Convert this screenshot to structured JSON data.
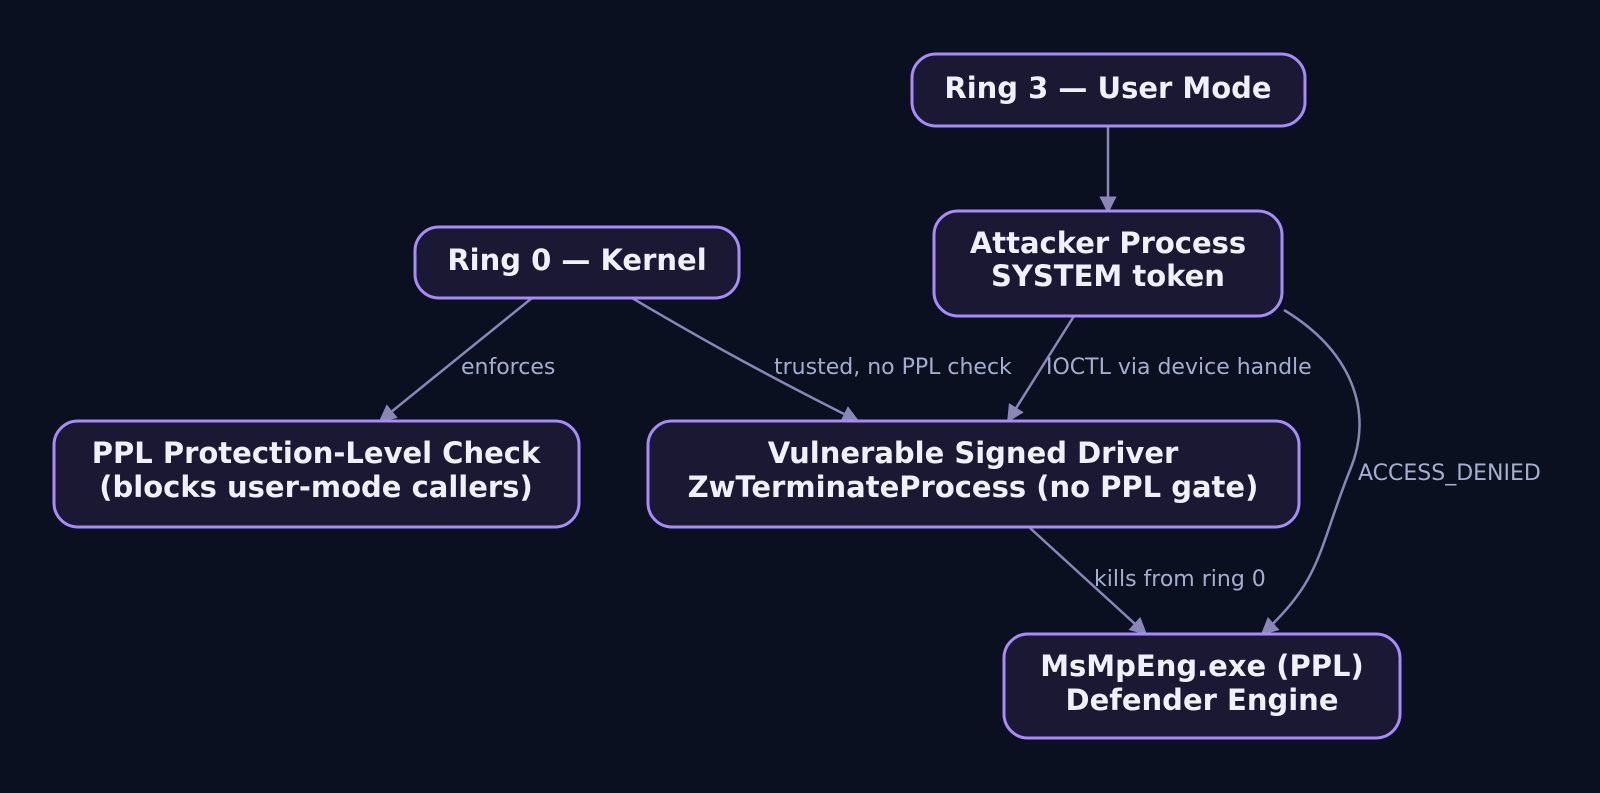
{
  "nodes": {
    "ring3": {
      "lines": [
        "Ring 3 — User Mode"
      ]
    },
    "attacker": {
      "lines": [
        "Attacker Process",
        "SYSTEM token"
      ]
    },
    "ring0": {
      "lines": [
        "Ring 0 — Kernel"
      ]
    },
    "ppl_check": {
      "lines": [
        "PPL Protection-Level Check",
        "(blocks user-mode callers)"
      ]
    },
    "driver": {
      "lines": [
        "Vulnerable Signed Driver",
        "ZwTerminateProcess (no PPL gate)"
      ]
    },
    "msmpeng": {
      "lines": [
        "MsMpEng.exe (PPL)",
        "Defender Engine"
      ]
    }
  },
  "edges": {
    "ring3_to_attacker": {
      "from": "ring3",
      "to": "attacker",
      "label": ""
    },
    "ring0_to_ppl": {
      "from": "ring0",
      "to": "ppl_check",
      "label": "enforces"
    },
    "ring0_to_driver": {
      "from": "ring0",
      "to": "driver",
      "label": "trusted, no PPL check"
    },
    "attacker_to_driver": {
      "from": "attacker",
      "to": "driver",
      "label": "IOCTL via device handle"
    },
    "attacker_to_msmpeng": {
      "from": "attacker",
      "to": "msmpeng",
      "label": "ACCESS_DENIED"
    },
    "driver_to_msmpeng": {
      "from": "driver",
      "to": "msmpeng",
      "label": "kills from ring 0"
    }
  },
  "colors": {
    "background": "#0b1020",
    "node_fill": "#1b1833",
    "node_border": "#a78bfa",
    "node_text": "#eef0fb",
    "edge": "#8a86b8",
    "edge_label": "#a6aed0"
  }
}
